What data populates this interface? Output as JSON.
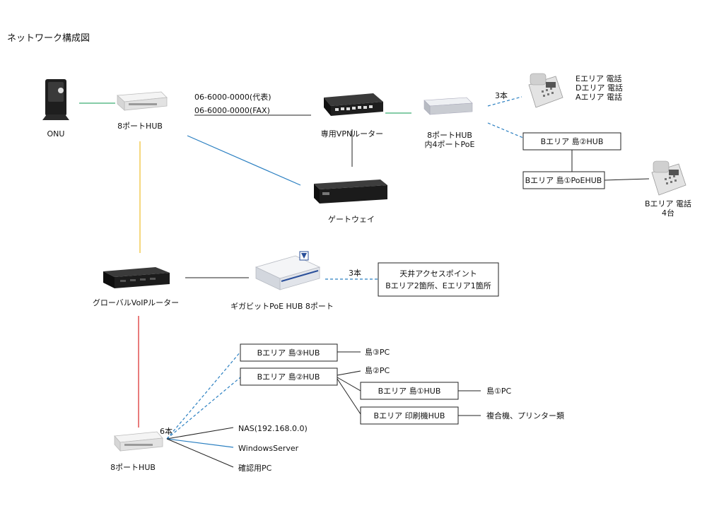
{
  "title": "ネットワーク構成図",
  "devices": {
    "onu": "ONU",
    "hub_top": "8ポートHUB",
    "vpn_router": "専用VPNルーター",
    "gateway": "ゲートウェイ",
    "poe_hub_line1": "8ポートHUB",
    "poe_hub_line2": "内4ポートPoE",
    "voip_router": "グローバルVoIPルーター",
    "giga_poe_hub": "ギガビットPoE HUB 8ポート",
    "hub_bottom": "8ポートHUB",
    "phone_b_line1": "Bエリア 電話",
    "phone_b_line2": "4台"
  },
  "phone_numbers": {
    "main": "06-6000-0000(代表)",
    "fax": "06-6000-0000(FAX)"
  },
  "phones_top": [
    "Eエリア 電話",
    "Dエリア 電話",
    "Aエリア 電話"
  ],
  "counts": {
    "phones": "3本",
    "access_points": "3本",
    "hub_cables": "6本"
  },
  "boxes": {
    "b_island2_hub_top": "Bエリア 島②HUB",
    "b_island1_poe_hub": "Bエリア 島①PoEHUB",
    "ap_line1": "天井アクセスポイント",
    "ap_line2": "Bエリア2箇所、Eエリア1箇所",
    "b_island3_hub": "Bエリア 島③HUB",
    "b_island2_hub": "Bエリア 島②HUB",
    "b_island1_hub": "Bエリア 島①HUB",
    "b_printer_hub": "Bエリア 印刷機HUB"
  },
  "endpoints": {
    "island3_pc": "島③PC",
    "island2_pc": "島②PC",
    "island1_pc": "島①PC",
    "copier": "複合機、プリンター類",
    "nas": "NAS(192.168.0.0)",
    "windows_server": "WindowsServer",
    "check_pc": "確認用PC"
  },
  "colors": {
    "green": "#3fae74",
    "blue": "#2a7fc1",
    "yellow": "#f2c23a",
    "red": "#e05050",
    "black": "#222222"
  }
}
